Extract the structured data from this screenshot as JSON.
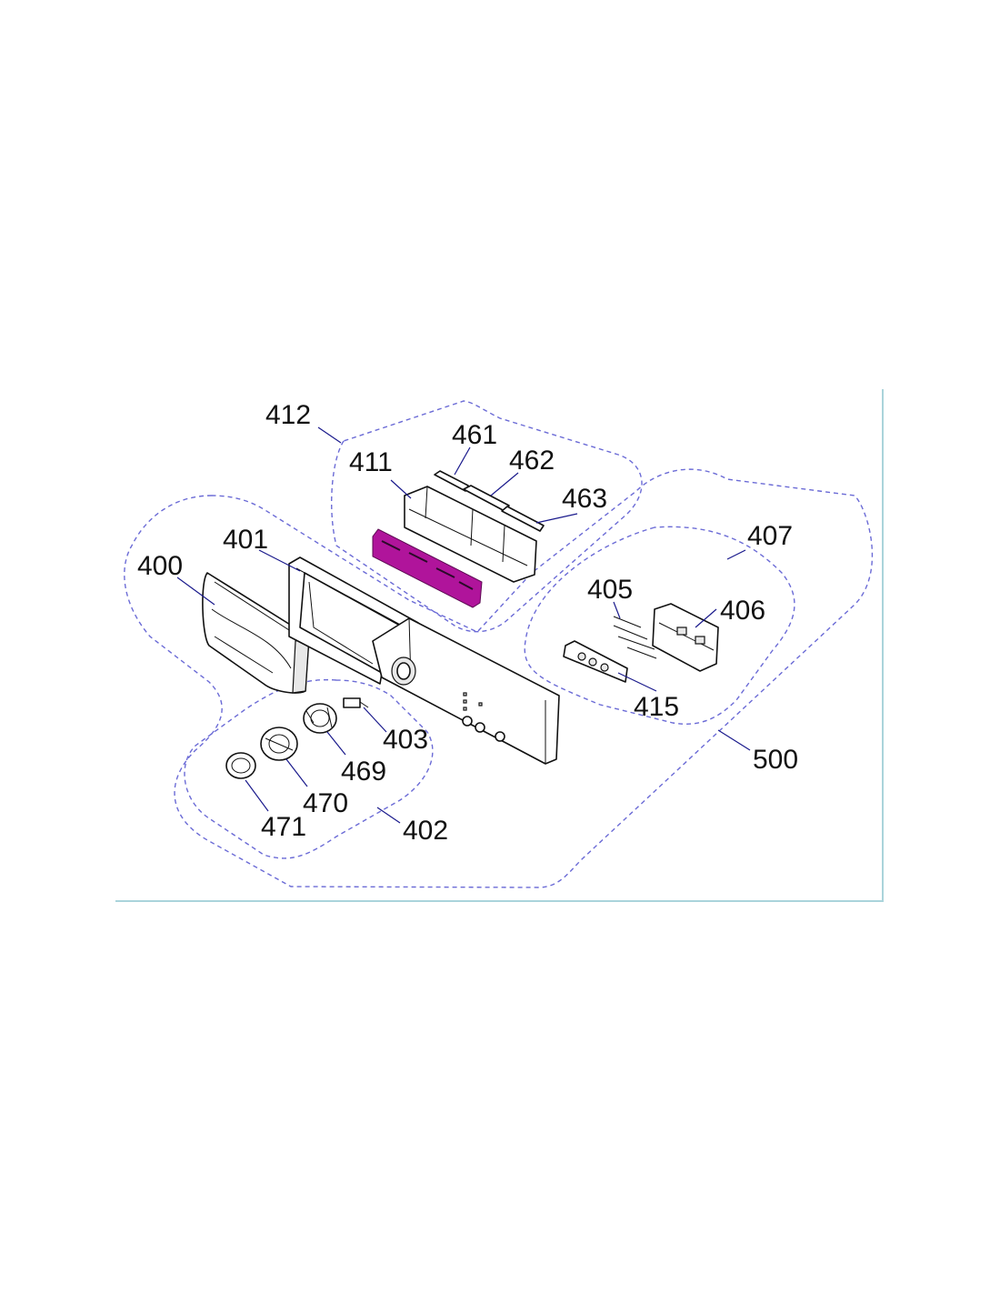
{
  "diagram": {
    "callouts": {
      "p400": "400",
      "p401": "401",
      "p402": "402",
      "p403": "403",
      "p405": "405",
      "p406": "406",
      "p407": "407",
      "p411": "411",
      "p412": "412",
      "p415": "415",
      "p461": "461",
      "p462": "462",
      "p463": "463",
      "p469": "469",
      "p470": "470",
      "p471": "471",
      "p500": "500"
    },
    "colors": {
      "group_outline": "#6b6bd6",
      "leader_line": "#1a1a8c",
      "pcb": "#b0149b",
      "frame": "#8ec5cf"
    }
  }
}
